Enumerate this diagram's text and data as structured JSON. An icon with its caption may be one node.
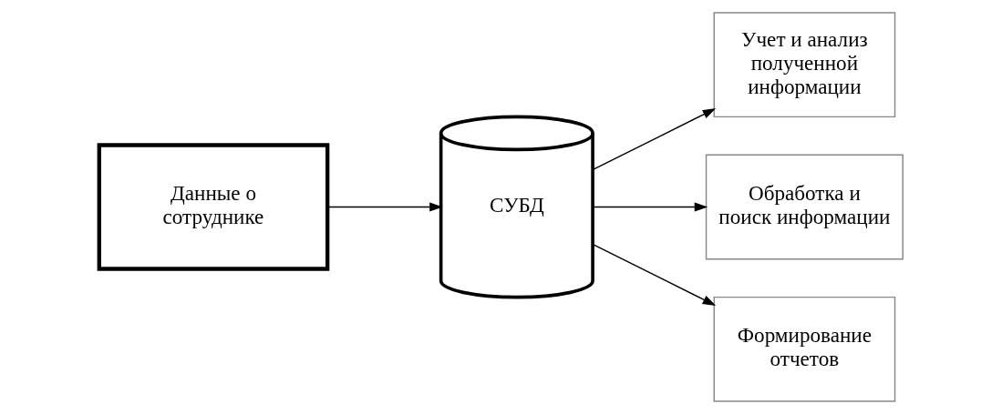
{
  "diagram": {
    "nodes": [
      {
        "text": [
          "Данные о сотруднике"
        ]
      },
      {
        "text": [
          "СУБД"
        ]
      },
      {
        "text": [
          "Учет и анализ полученной информации"
        ]
      },
      {
        "text": [
          "Обработка и поиск информации"
        ]
      },
      {
        "text": [
          "Формирование отчетов"
        ]
      }
    ],
    "edges": [
      {
        "from": 0,
        "to": 1,
        "arrow": "to"
      },
      {
        "from": 1,
        "to": 2,
        "arrow": "to"
      },
      {
        "from": 1,
        "to": 3,
        "arrow": "to"
      },
      {
        "from": 1,
        "to": 4,
        "arrow": "to"
      }
    ]
  }
}
